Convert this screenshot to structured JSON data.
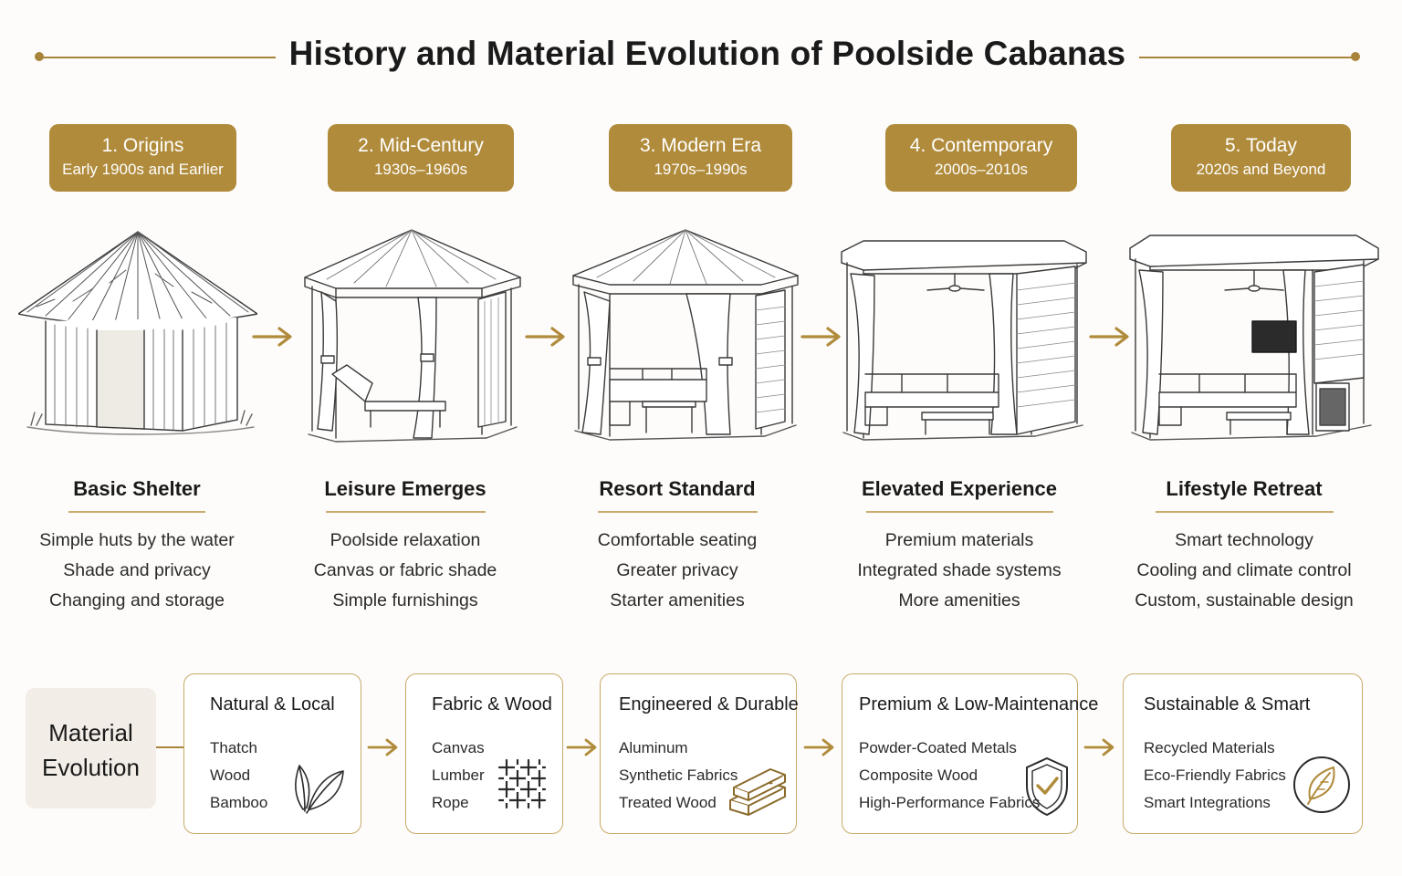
{
  "title": "History and Material Evolution of Poolside Cabanas",
  "colors": {
    "accent": "#b08b3b",
    "line": "#a8843a",
    "card_border": "#c7a968",
    "label_bg": "#f2ede6"
  },
  "eras": [
    {
      "name": "1. Origins",
      "years": "Early 1900s and Earlier"
    },
    {
      "name": "2. Mid-Century",
      "years": "1930s–1960s"
    },
    {
      "name": "3. Modern Era",
      "years": "1970s–1990s"
    },
    {
      "name": "4. Contemporary",
      "years": "2000s–2010s"
    },
    {
      "name": "5. Today",
      "years": "2020s and Beyond"
    }
  ],
  "stages": [
    {
      "title": "Basic Shelter",
      "features": [
        "Simple huts by the water",
        "Shade and privacy",
        "Changing and storage"
      ]
    },
    {
      "title": "Leisure Emerges",
      "features": [
        "Poolside relaxation",
        "Canvas or fabric shade",
        "Simple furnishings"
      ]
    },
    {
      "title": "Resort Standard",
      "features": [
        "Comfortable seating",
        "Greater privacy",
        "Starter amenities"
      ]
    },
    {
      "title": "Elevated Experience",
      "features": [
        "Premium materials",
        "Integrated shade systems",
        "More amenities"
      ]
    },
    {
      "title": "Lifestyle Retreat",
      "features": [
        "Smart technology",
        "Cooling and climate control",
        "Custom, sustainable design"
      ]
    }
  ],
  "material_evolution": {
    "label_line1": "Material",
    "label_line2": "Evolution",
    "cards": [
      {
        "title": "Natural & Local",
        "items": [
          "Thatch",
          "Wood",
          "Bamboo"
        ],
        "icon": "leaf-icon"
      },
      {
        "title": "Fabric & Wood",
        "items": [
          "Canvas",
          "Lumber",
          "Rope"
        ],
        "icon": "weave-icon"
      },
      {
        "title": "Engineered & Durable",
        "items": [
          "Aluminum",
          "Synthetic Fabrics",
          "Treated Wood"
        ],
        "icon": "planks-icon"
      },
      {
        "title": "Premium & Low-Maintenance",
        "items": [
          "Powder-Coated Metals",
          "Composite Wood",
          "High-Performance Fabrics"
        ],
        "icon": "shield-check-icon"
      },
      {
        "title": "Sustainable & Smart",
        "items": [
          "Recycled Materials",
          "Eco-Friendly Fabrics",
          "Smart Integrations"
        ],
        "icon": "eco-leaf-icon"
      }
    ]
  }
}
